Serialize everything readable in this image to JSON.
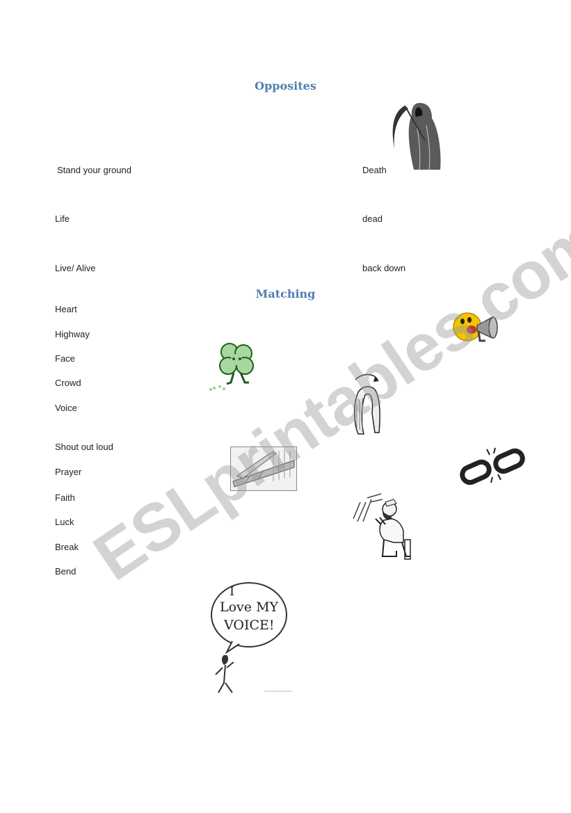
{
  "opposites": {
    "title": "Opposites",
    "left": [
      "Stand your ground",
      "Life",
      "Live/ Alive"
    ],
    "right": [
      "Death",
      "dead",
      "back down"
    ]
  },
  "matching": {
    "title": "Matching",
    "words": [
      "Heart",
      "Highway",
      "Face",
      "Crowd",
      "Voice",
      "Shout out loud",
      "Prayer",
      "Faith",
      "Luck",
      "Break",
      "Bend"
    ]
  },
  "images": {
    "grim_reaper": "grim-reaper-icon",
    "megaphone": "megaphone-smiley-icon",
    "clover": "four-leaf-clover-icon",
    "bending_figure": "bending-figure-icon",
    "highway": "highway-icon",
    "broken_chain": "broken-chain-icon",
    "praying_man": "praying-man-icon",
    "voice_cartoon": "shouting-person-icon",
    "voice_bubble_text": [
      "I",
      "Love MY",
      "VOICE!"
    ]
  },
  "watermark": "ESLprintables.com",
  "colors": {
    "heading": "#4f7fb0",
    "watermark": "#969696"
  }
}
